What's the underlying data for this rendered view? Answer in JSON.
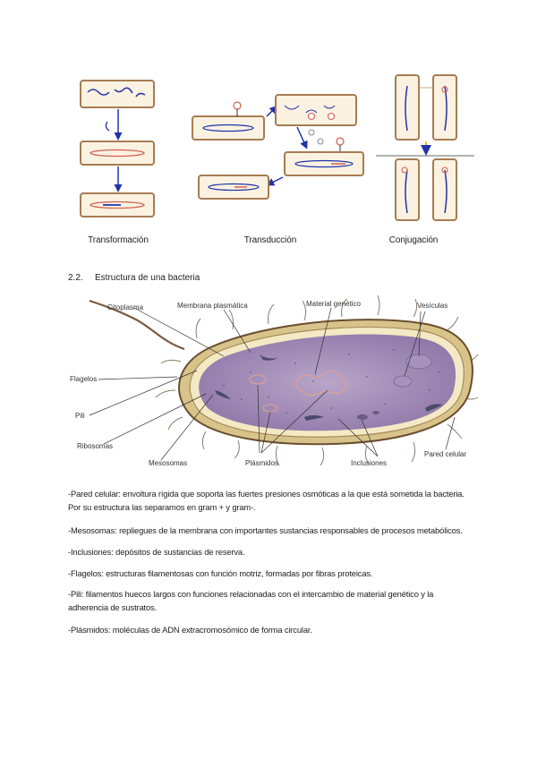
{
  "figure_transfer": {
    "captions": [
      "Transformación",
      "Transducción",
      "Conjugación"
    ]
  },
  "section": {
    "number": "2.2.",
    "title": "Estructura de una bacteria"
  },
  "diagram_labels": {
    "citoplasma": "Citoplasma",
    "membrana": "Membrana plasmática",
    "material": "Material genético",
    "vesiculas": "Vesículas",
    "flagelos": "Flagelos",
    "pili": "Pili",
    "ribosomas": "Ribosomas",
    "mesosomas": "Mesosomas",
    "plasmidos": "Plásmidos",
    "inclusiones": "Inclusiones",
    "pared": "Pared celular"
  },
  "definitions": [
    "-Pared celular: envoltura rígida que soporta las fuertes presiones osmóticas a la que está sometida la bacteria. Por su estructura las separamos en gram + y gram-.",
    "-Mesosomas: repliegues de la membrana con importantes sustancias responsables de procesos metabólicos.",
    "-Inclusiones: depósitos de sustancias de reserva.",
    "-Flagelos: estructuras filamentosas con función motriz, formadas por fibras proteicas.",
    "-Pili: filamentos huecos largos con funciones relacionadas con el intercambio de material genético y la adherencia de sustratos.",
    "-Plásmidos: moléculas de ADN extracromosómico de forma circular."
  ]
}
